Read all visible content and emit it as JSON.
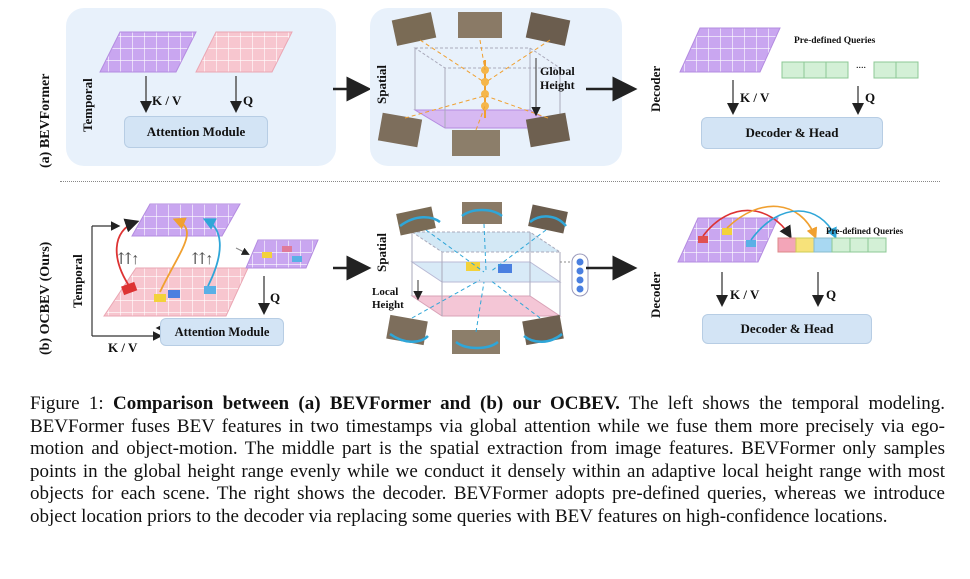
{
  "rows": {
    "a": {
      "row_label": "(a) BEVFormer",
      "temporal_label": "Temporal",
      "kv_label": "K / V",
      "q_label": "Q",
      "attention_module": "Attention Module",
      "spatial_label": "Spatial",
      "global_height": "Global\nHeight",
      "decoder_label": "Decoder",
      "predefined_queries": "Pre-defined Queries",
      "dec_kv_label": "K / V",
      "dec_q_label": "Q",
      "decoder_head": "Decoder & Head"
    },
    "b": {
      "row_label": "(b) OCBEV (Ours)",
      "temporal_label": "Temporal",
      "kv_label": "K / V",
      "q_label": "Q",
      "attention_module": "Attention Module",
      "spatial_label": "Spatial",
      "local_height": "Local\nHeight",
      "decoder_label": "Decoder",
      "predefined_queries": "Pre-defined Queries",
      "dec_kv_label": "K / V",
      "dec_q_label": "Q",
      "decoder_head": "Decoder & Head"
    }
  },
  "caption": {
    "prefix": "Figure 1: ",
    "bold": "Comparison between (a) BEVFormer and (b) our OCBEV.",
    "text": " The left shows the temporal modeling. BEVFormer fuses BEV features in two timestamps via global attention while we fuse them more precisely via ego-motion and object-motion. The middle part is the spatial extraction from image features. BEVFormer only samples points in the global height range evenly while we conduct it densely within an adaptive local height range with most objects for each scene. The right shows the decoder. BEVFormer adopts pre-defined queries, whereas we introduce object location priors to the decoder via replacing some queries with BEV features on high-confidence locations."
  },
  "colors": {
    "panel_bg": "#e8f1fb",
    "bev_purple": "#c9a6f0",
    "bev_pink": "#f7c6cf",
    "query_green": "#d3f0d6",
    "module_blue": "#d3e4f5",
    "arrow_orange": "#f0a030",
    "arrow_cyan": "#2fa6d8"
  }
}
